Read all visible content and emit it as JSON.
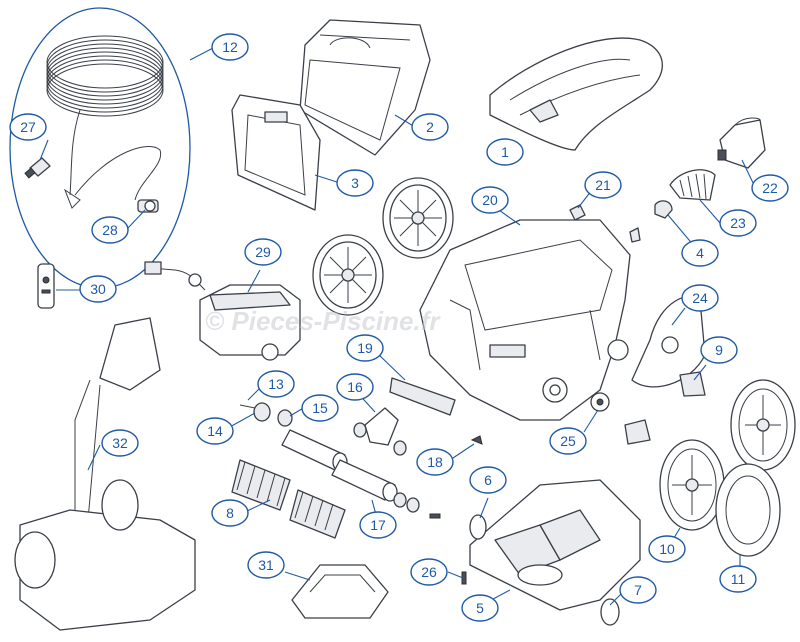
{
  "watermark": "© Pieces-Piscine.fr",
  "accent_color": "#1f5aa6",
  "callouts": [
    {
      "id": "1",
      "label": "1"
    },
    {
      "id": "2",
      "label": "2"
    },
    {
      "id": "3",
      "label": "3"
    },
    {
      "id": "4",
      "label": "4"
    },
    {
      "id": "5",
      "label": "5"
    },
    {
      "id": "6",
      "label": "6"
    },
    {
      "id": "7",
      "label": "7"
    },
    {
      "id": "8",
      "label": "8"
    },
    {
      "id": "9",
      "label": "9"
    },
    {
      "id": "10",
      "label": "10"
    },
    {
      "id": "11",
      "label": "11"
    },
    {
      "id": "12",
      "label": "12"
    },
    {
      "id": "13",
      "label": "13"
    },
    {
      "id": "14",
      "label": "14"
    },
    {
      "id": "15",
      "label": "15"
    },
    {
      "id": "16",
      "label": "16"
    },
    {
      "id": "17",
      "label": "17"
    },
    {
      "id": "18",
      "label": "18"
    },
    {
      "id": "19",
      "label": "19"
    },
    {
      "id": "20",
      "label": "20"
    },
    {
      "id": "21",
      "label": "21"
    },
    {
      "id": "22",
      "label": "22"
    },
    {
      "id": "23",
      "label": "23"
    },
    {
      "id": "24",
      "label": "24"
    },
    {
      "id": "25",
      "label": "25"
    },
    {
      "id": "26",
      "label": "26"
    },
    {
      "id": "27",
      "label": "27"
    },
    {
      "id": "28",
      "label": "28"
    },
    {
      "id": "29",
      "label": "29"
    },
    {
      "id": "30",
      "label": "30"
    },
    {
      "id": "31",
      "label": "31"
    },
    {
      "id": "32",
      "label": "32"
    }
  ]
}
